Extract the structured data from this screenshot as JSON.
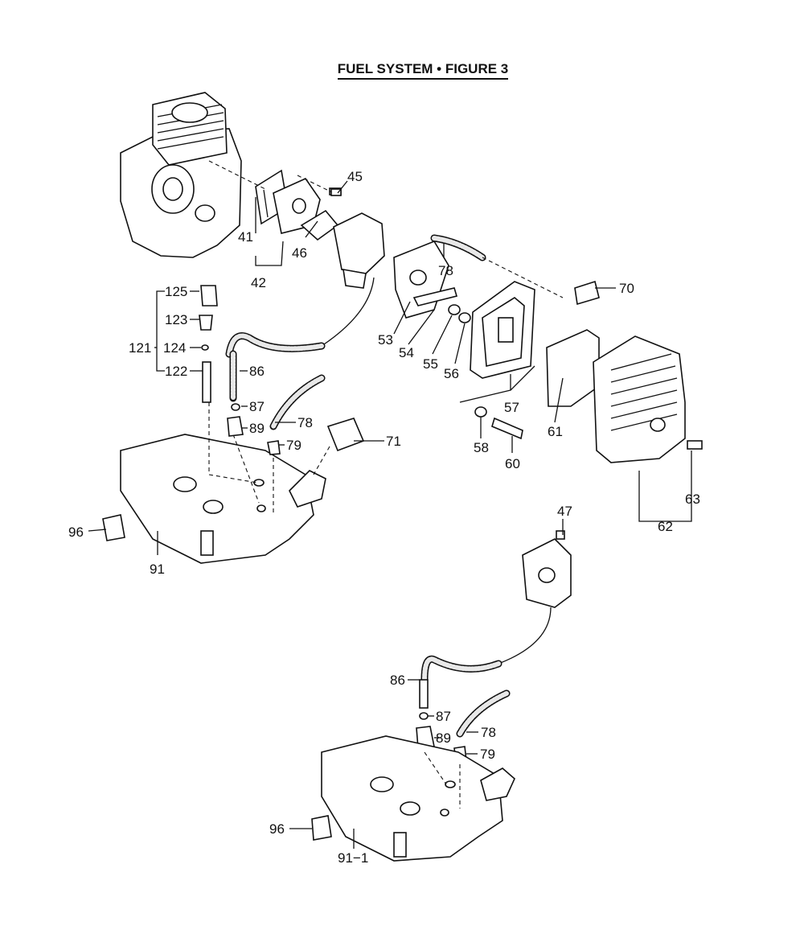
{
  "title": "FUEL SYSTEM  •  FIGURE 3",
  "labels": {
    "l41": "41",
    "l42": "42",
    "l45": "45",
    "l46": "46",
    "l78a": "78",
    "l70": "70",
    "l125": "125",
    "l123": "123",
    "l121": "121",
    "l124": "124",
    "l122": "122",
    "l86a": "86",
    "l87a": "87",
    "l89a": "89",
    "l78b": "78",
    "l79a": "79",
    "l71": "71",
    "l53": "53",
    "l54": "54",
    "l55": "55",
    "l56": "56",
    "l57": "57",
    "l61": "61",
    "l58": "58",
    "l60": "60",
    "l63": "63",
    "l62": "62",
    "l96a": "96",
    "l91": "91",
    "l47": "47",
    "l86b": "86",
    "l87b": "87",
    "l89b": "89",
    "l78c": "78",
    "l79b": "79",
    "l96b": "96",
    "l91_1": "91−1"
  }
}
